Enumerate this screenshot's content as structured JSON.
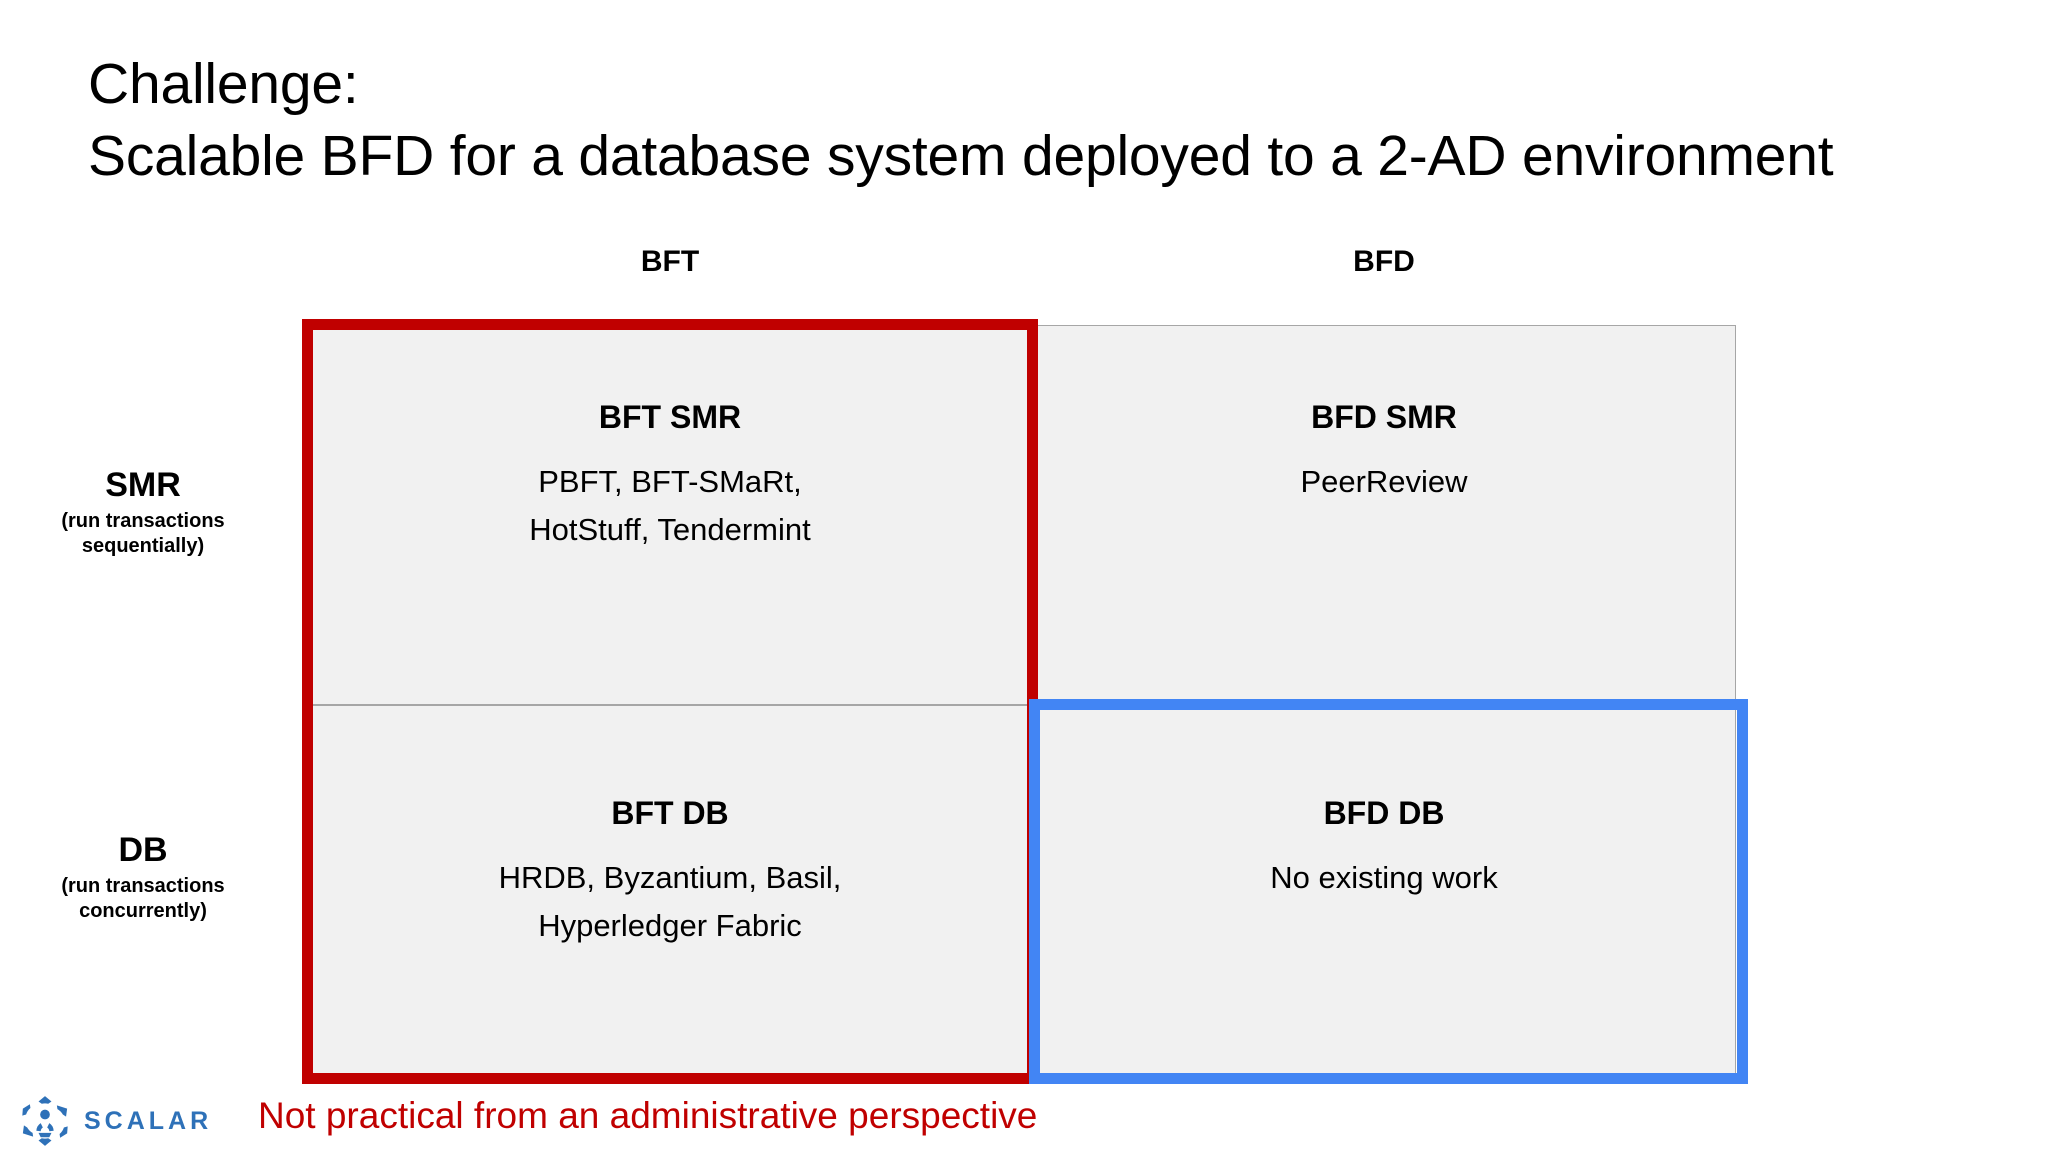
{
  "slide": {
    "title_lines": [
      "Challenge:",
      "Scalable BFD for a database system deployed to a 2-AD environment"
    ],
    "footnote": "Not practical from an administrative perspective",
    "brand": {
      "wordmark": "SCALAR",
      "logo_icon": "scalar-hexagon-logo",
      "logo_color": "#2e71b8"
    }
  },
  "matrix": {
    "columns": [
      {
        "id": "bft",
        "label": "BFT"
      },
      {
        "id": "bfd",
        "label": "BFD"
      }
    ],
    "rows": [
      {
        "id": "smr",
        "label": "SMR",
        "sublabel": "(run transactions sequentially)"
      },
      {
        "id": "db",
        "label": "DB",
        "sublabel": "(run transactions concurrently)"
      }
    ],
    "cells": [
      {
        "id": "bft-smr",
        "title": "BFT SMR",
        "body_lines": [
          "PBFT, BFT-SMaRt,",
          "HotStuff, Tendermint"
        ]
      },
      {
        "id": "bfd-smr",
        "title": "BFD SMR",
        "body_lines": [
          "PeerReview"
        ]
      },
      {
        "id": "bft-db",
        "title": "BFT DB",
        "body_lines": [
          "HRDB, Byzantium, Basil,",
          "Hyperledger Fabric"
        ]
      },
      {
        "id": "bfd-db",
        "title": "BFD DB",
        "body_lines": [
          "No existing work"
        ]
      }
    ],
    "highlights": [
      {
        "id": "red-column-bft",
        "color": "#c00000",
        "covers": "BFT column (BFT SMR + BFT DB)"
      },
      {
        "id": "blue-cell-bfd-db",
        "color": "#4285f4",
        "covers": "BFD DB cell"
      }
    ],
    "cell_fill": "#f1f1f1",
    "cell_border": "#a6a6a6"
  }
}
